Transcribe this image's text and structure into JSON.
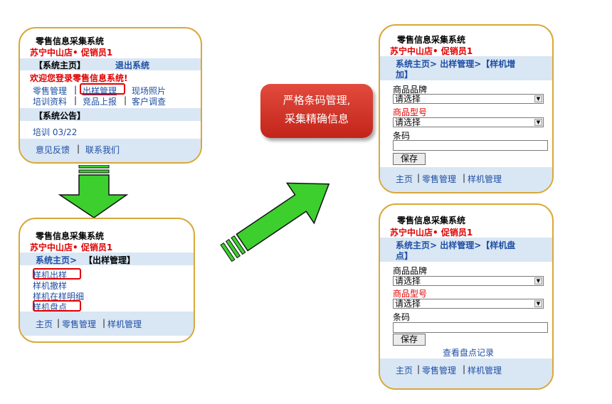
{
  "system_title": "零售信息采集系统",
  "store_user": "苏宁中山店• 促销员1",
  "screen_home": {
    "nav_home": "【系统主页】",
    "nav_logout": "退出系统",
    "welcome": "欢迎您登录零售信息系统!",
    "menu_row1": [
      "零售管理",
      "出样管理",
      "现场照片"
    ],
    "menu_row2": [
      "培训资料",
      "竞品上报",
      "客户调查"
    ],
    "separator": "|",
    "notice_header": "【系统公告】",
    "notice_item": "培训 03/22",
    "footer": [
      "意见反馈",
      "联系我们"
    ]
  },
  "screen_sample_mgmt": {
    "breadcrumb_home": "系统主页>",
    "breadcrumb_current": "【出样管理】",
    "items": [
      "样机出样",
      "样机撤样",
      "样机在样明细",
      "样机盘点"
    ],
    "footer": [
      "主页",
      "零售管理",
      "样机管理"
    ]
  },
  "screen_add": {
    "breadcrumb_line1": "系统主页> 出样管理>【样机增",
    "breadcrumb_line2": "加】",
    "brand_label": "商品品牌",
    "brand_value": "请选择",
    "model_label": "商品型号",
    "model_value": "请选择",
    "barcode_label": "条码",
    "save_label": "保存",
    "footer": [
      "主页",
      "零售管理",
      "样机管理"
    ]
  },
  "screen_inventory": {
    "breadcrumb_line1": "系统主页> 出样管理>【样机盘",
    "breadcrumb_line2": "点】",
    "brand_label": "商品品牌",
    "brand_value": "请选择",
    "model_label": "商品型号",
    "model_value": "请选择",
    "barcode_label": "条码",
    "save_label": "保存",
    "view_records": "查看盘点记录",
    "footer": [
      "主页",
      "零售管理",
      "样机管理"
    ]
  },
  "callout": {
    "line1": "严格条码管理,",
    "line2": "采集精确信息"
  },
  "colors": {
    "card_border": "#d8a83a",
    "band": "#d9e6f4",
    "link": "#1f4fa3",
    "highlight": "#e00000",
    "arrow_green": "#3ccf2e",
    "callout": "#d23226"
  }
}
